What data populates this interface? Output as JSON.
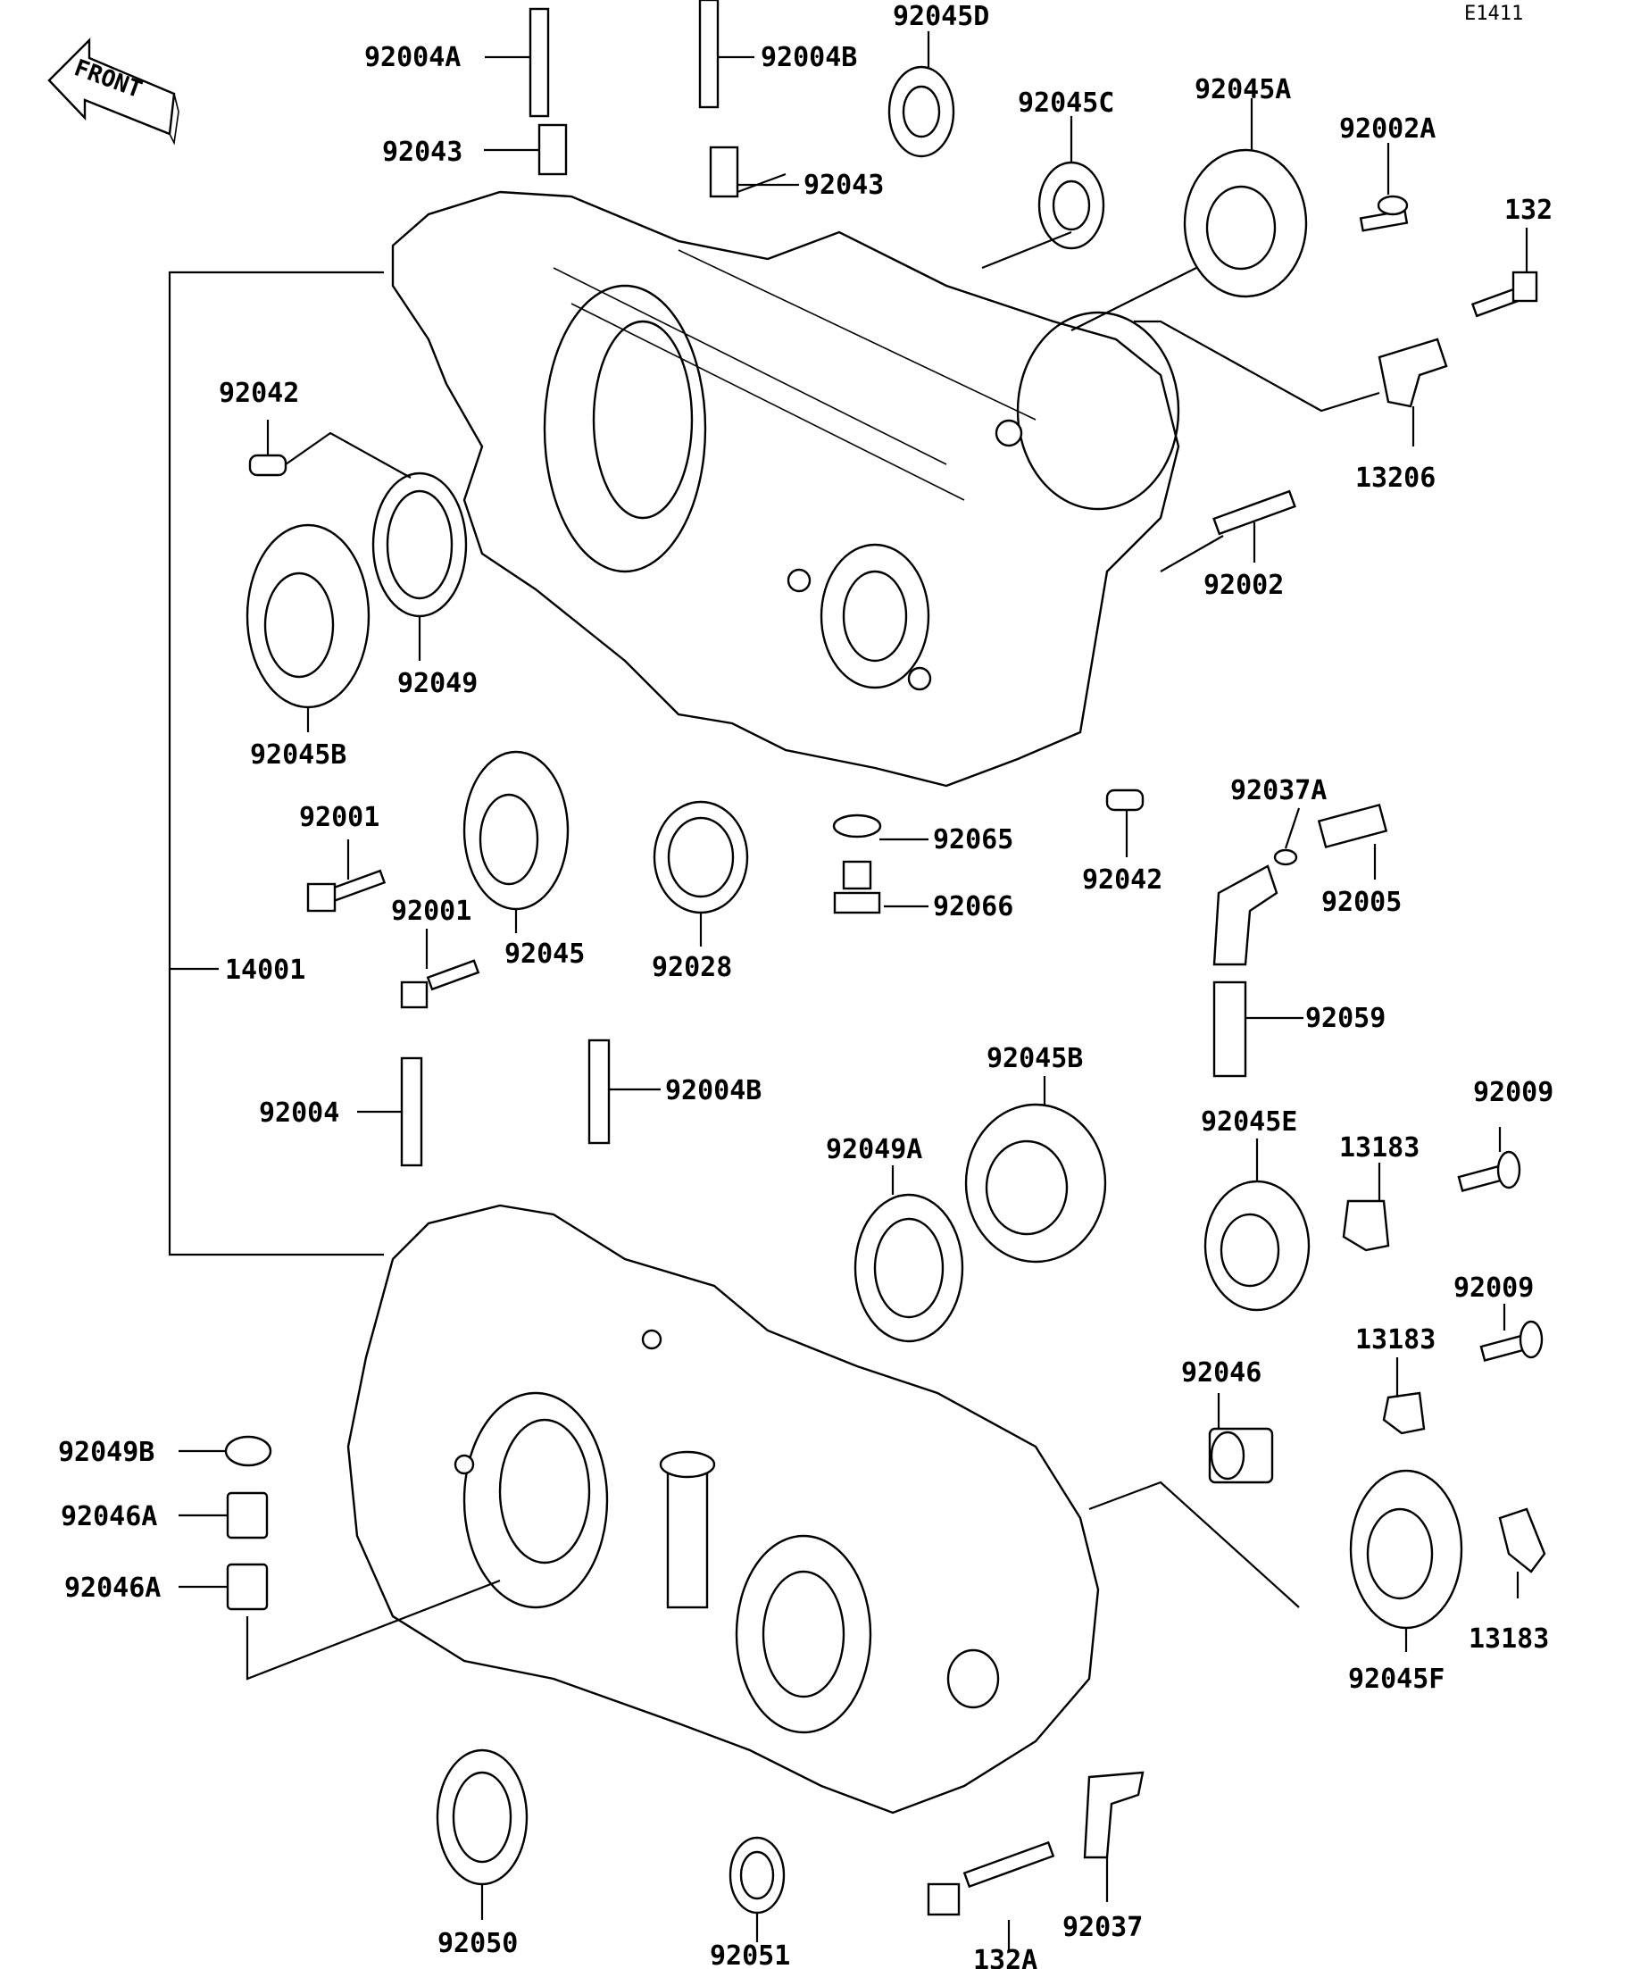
{
  "diagram_code": "E1411",
  "front_label": "FRONT",
  "part_labels": {
    "p92004A": "92004A",
    "p92004B_top": "92004B",
    "p92045D": "92045D",
    "p92043_left": "92043",
    "p92043_right": "92043",
    "p92045C": "92045C",
    "p92045A": "92045A",
    "p92002A": "92002A",
    "p132": "132",
    "p13206": "13206",
    "p92042_upper": "92042",
    "p92049": "92049",
    "p92045B_upper": "92045B",
    "p92002": "92002",
    "p92001_a": "92001",
    "p92001_b": "92001",
    "p92045": "92045",
    "p92028": "92028",
    "p92065": "92065",
    "p92066": "92066",
    "p92042_lower": "92042",
    "p92037A": "92037A",
    "p92005": "92005",
    "p14001": "14001",
    "p92059": "92059",
    "p92004": "92004",
    "p92004B_lower": "92004B",
    "p92045B_lower": "92045B",
    "p92049A": "92049A",
    "p92045E": "92045E",
    "p13183_a": "13183",
    "p92009_a": "92009",
    "p92009_b": "92009",
    "p13183_b": "13183",
    "p92046": "92046",
    "p92049B": "92049B",
    "p92046A_a": "92046A",
    "p92046A_b": "92046A",
    "p13183_c": "13183",
    "p92045F": "92045F",
    "p92050": "92050",
    "p92051": "92051",
    "p132A": "132A",
    "p92037": "92037"
  }
}
